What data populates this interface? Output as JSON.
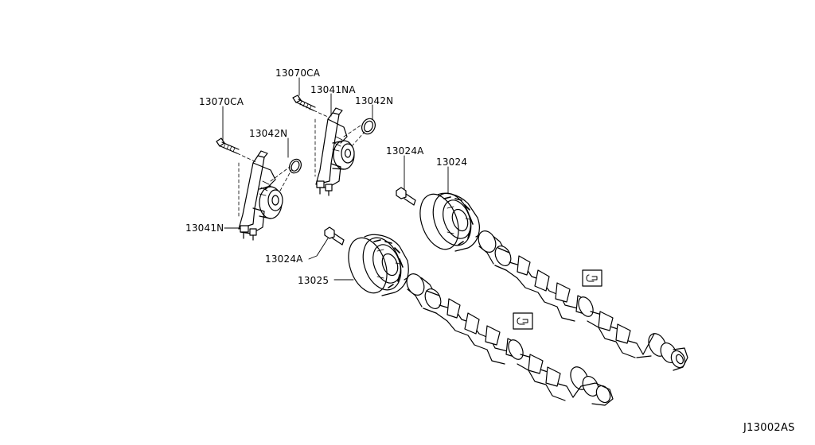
{
  "callouts": {
    "c13070ca_left": "13070CA",
    "c13070ca_top": "13070CA",
    "c13041na": "13041NA",
    "c13042n_right": "13042N",
    "c13042n_left": "13042N",
    "c13024a_top": "13024A",
    "c13024": "13024",
    "c13041n": "13041N",
    "c13024a_bottom": "13024A",
    "c13025": "13025"
  },
  "diagram_code": "J13002AS",
  "colors": {
    "line": "#000000",
    "background": "#ffffff"
  },
  "icons": [
    "sealant-icon",
    "sealant-icon"
  ]
}
